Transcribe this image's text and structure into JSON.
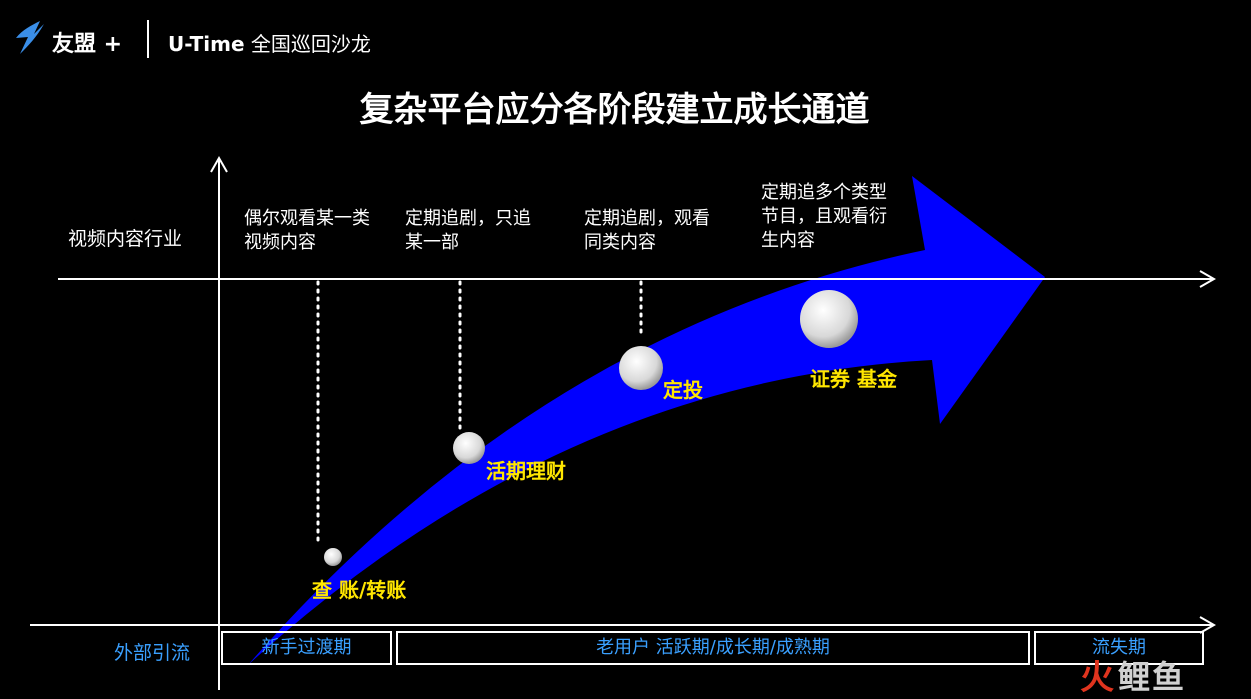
{
  "header": {
    "brand": "友盟 +",
    "event_prefix": "U-Time",
    "event_suffix": " 全国巡回沙龙"
  },
  "title": "复杂平台应分各阶段建立成长通道",
  "rows": {
    "top_label": "视频内容行业",
    "bottom_label": "外部引流"
  },
  "stages": [
    "偶尔观看某一类\n视频内容",
    "定期追剧，只追\n某一部",
    "定期追剧，观看\n同类内容",
    "定期追多个类型\n节目，且观看衍\n生内容"
  ],
  "products": [
    "查 账/转账",
    "活期理财",
    "定投",
    "证券 基金"
  ],
  "phases": [
    "新手过渡期",
    "老用户 活跃期/成长期/成熟期",
    "流失期"
  ],
  "watermark": {
    "fire": "火",
    "rest": "鲤鱼"
  },
  "colors": {
    "arrow": "#0000ff",
    "phase_text": "#3aa0ff",
    "product_text": "#ffe600"
  }
}
